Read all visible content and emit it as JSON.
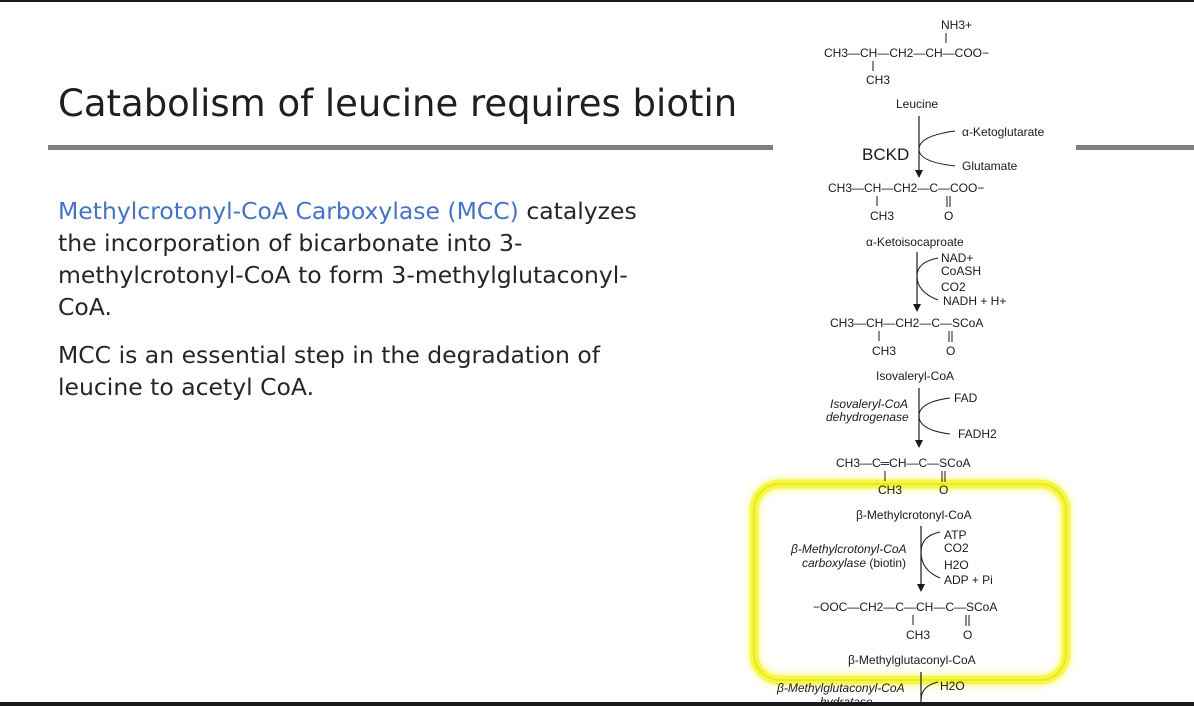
{
  "slide": {
    "title": "Catabolism of leucine requires biotin",
    "paragraph1": {
      "highlight": "Methylcrotonyl-CoA Carboxylase (MCC)",
      "rest_line1": " catalyzes",
      "line2": "the incorporation of bicarbonate into 3-",
      "line3": "methylcrotonyl-CoA to form 3-methylglutaconyl-",
      "line4": "CoA."
    },
    "paragraph2": {
      "line1": "MCC is an essential step in the degradation of",
      "line2": "leucine to acetyl CoA."
    },
    "accent_color": "#4472c4",
    "highlight_color": "#f4f530"
  },
  "pathway": {
    "leucine": {
      "nh3": "NH3+",
      "chain": "CH3—CH—CH2—CH—COO−",
      "branch": "CH3",
      "name": "Leucine"
    },
    "step1": {
      "enzyme": "BCKD",
      "in": "α-Ketoglutarate",
      "out": "Glutamate"
    },
    "ketoisocaproate": {
      "chain": "CH3—CH—CH2—C—COO−",
      "branch": "CH3",
      "oxygen": "O",
      "name": "α-Ketoisocaproate"
    },
    "step2": {
      "in1": "NAD+",
      "in2": "CoASH",
      "out1": "CO2",
      "out2": "NADH + H+"
    },
    "isovaleryl": {
      "chain": "CH3—CH—CH2—C—SCoA",
      "branch": "CH3",
      "oxygen": "O",
      "name": "Isovaleryl-CoA"
    },
    "step3": {
      "enzyme_line1": "Isovaleryl-CoA",
      "enzyme_line2": "dehydrogenase",
      "in": "FAD",
      "out": "FADH2"
    },
    "methylcrotonyl": {
      "chain": "CH3—C═CH—C—SCoA",
      "branch": "CH3",
      "oxygen": "O",
      "name": "β-Methylcrotonyl-CoA"
    },
    "step4": {
      "enzyme_line1": "β-Methylcrotonyl-CoA",
      "enzyme_line2a": "carboxylase",
      "enzyme_line2b": " (biotin)",
      "in1": "ATP",
      "in2": "CO2",
      "out1": "H2O",
      "out2": "ADP + Pi"
    },
    "methylglutaconyl": {
      "chain": "−OOC—CH2—C—CH—C—SCoA",
      "branch": "CH3",
      "oxygen": "O",
      "name": "β-Methylglutaconyl-CoA"
    },
    "step5": {
      "enzyme_line1": "β-Methylglutaconyl-CoA",
      "enzyme_line2": "hydratase",
      "in": "H2O"
    }
  }
}
